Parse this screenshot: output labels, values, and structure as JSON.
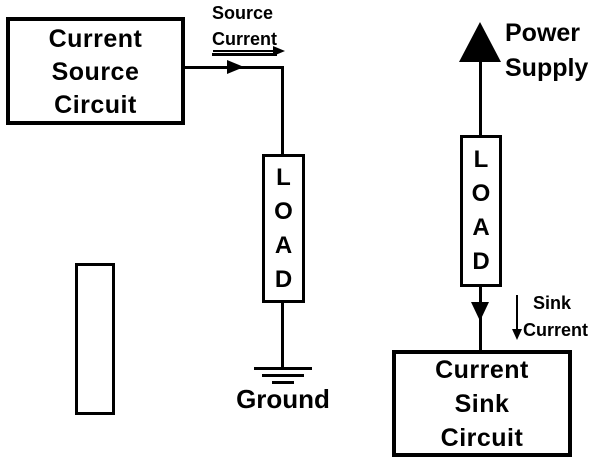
{
  "canvas": {
    "background": "#ffffff",
    "line_color": "#000000"
  },
  "left_circuit": {
    "source_box": {
      "line1": "Current",
      "line2": "Source",
      "line3": "Circuit"
    },
    "current_label": {
      "line1": "Source",
      "line2": "Current"
    },
    "load": {
      "letters": [
        "L",
        "O",
        "A",
        "D"
      ]
    },
    "ground_label": "Ground"
  },
  "right_circuit": {
    "power_label": {
      "line1": "Power",
      "line2": "Supply"
    },
    "load": {
      "letters": [
        "L",
        "O",
        "A",
        "D"
      ]
    },
    "current_label": {
      "line1": "Sink",
      "line2": "Current"
    },
    "sink_box": {
      "line1": "Current",
      "line2": "Sink",
      "line3": "Circuit"
    }
  }
}
